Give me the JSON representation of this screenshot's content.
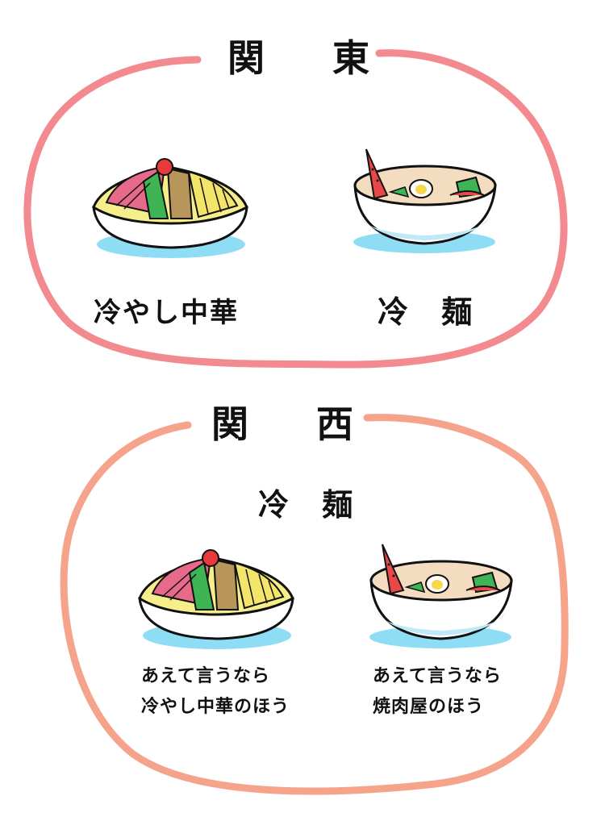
{
  "colors": {
    "kanto_outline": "#f28a8f",
    "kansai_outline": "#f6a38c",
    "plate_shadow": "#8fdcf5",
    "ink": "#111111"
  },
  "kanto": {
    "heading": "関 東",
    "left_label": "冷やし中華",
    "right_label": "冷 麺"
  },
  "kansai": {
    "heading": "関 西",
    "subheading": "冷 麺",
    "left_caption_line1": "あえて言うなら",
    "left_caption_line2": "冷やし中華のほう",
    "right_caption_line1": "あえて言うなら",
    "right_caption_line2": "焼肉屋のほう"
  }
}
